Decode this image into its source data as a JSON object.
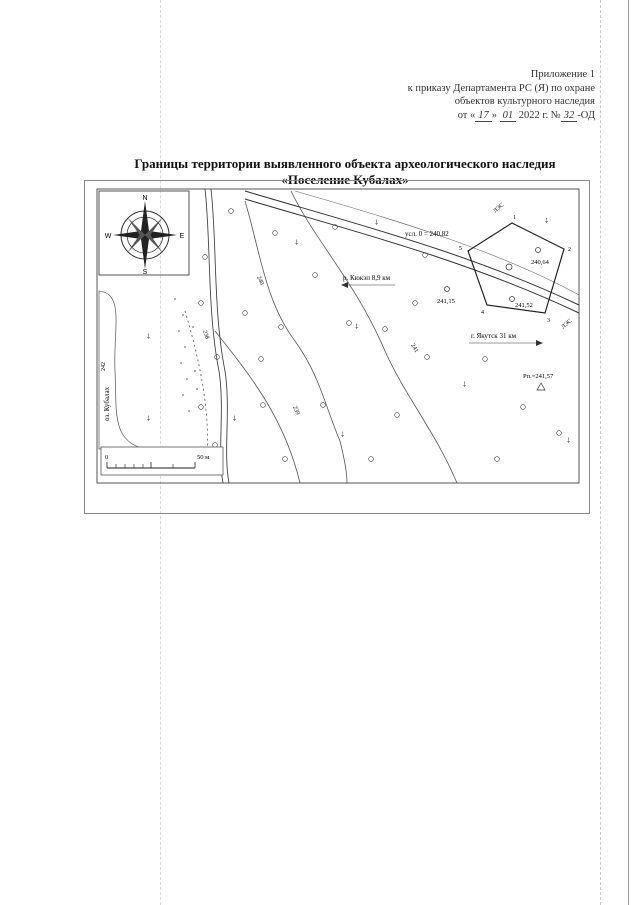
{
  "header": {
    "annex": "Приложение 1",
    "order_line1": "к приказу Департамента РС (Я) по охране",
    "order_line2": "объектов культурного наследия",
    "date_prefix": "от «",
    "date_day": "17",
    "date_mid": "» ",
    "date_month": "01",
    "date_year": " 2022 г. №",
    "date_num": "32",
    "date_suffix": "-ОД"
  },
  "title": {
    "line1": "Границы территории выявленного объекта археологического наследия",
    "line2": "«Поселение Кубалах»"
  },
  "map": {
    "compass": {
      "n": "N",
      "s": "S",
      "e": "E",
      "w": "W"
    },
    "contour_labels": [
      "240",
      "241",
      "239",
      "238",
      "242"
    ],
    "road_label_1": "усл. 0 = 240,82",
    "road_label_2": "р. Кюкэп 8,9 км",
    "road_label_3": "г. Якутск 31 км",
    "road_code_1": "ЛЭС",
    "road_code_2": "ЛЭС",
    "benchmark": "Рп.=241,57",
    "lake_label": "оз. Кубалах",
    "vertices": [
      "1",
      "2",
      "3",
      "4",
      "5"
    ],
    "elevations": [
      "240,64",
      "241,15",
      "241,52"
    ],
    "scale": {
      "start": "0",
      "end": "50 м"
    }
  }
}
